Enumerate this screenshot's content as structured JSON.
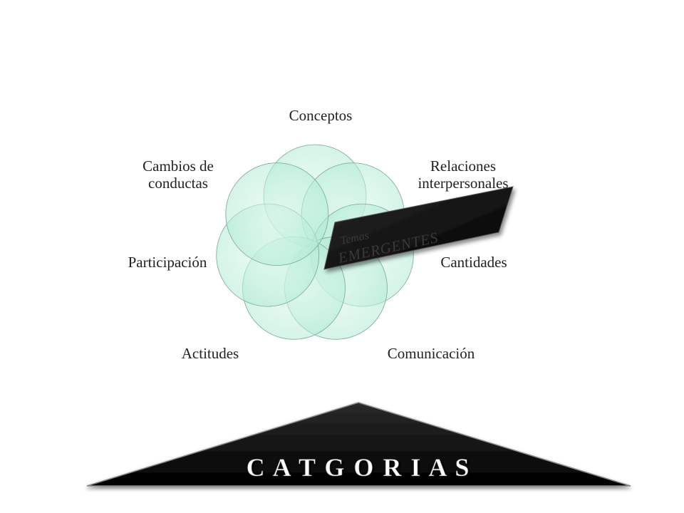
{
  "diagram": {
    "labels": {
      "top": "Conceptos",
      "top_right_line1": "Relaciones",
      "top_right_line2": "interpersonales",
      "right": "Cantidades",
      "bottom_right": "Comunicación",
      "bottom_left": "Actitudes",
      "left": "Participación",
      "top_left_line1": "Cambios de",
      "top_left_line2": "conductas"
    },
    "banner": {
      "line1": "Temas",
      "line2": "EMERGENTES"
    },
    "roof": {
      "title": "C A T G O R I A S"
    },
    "colors": {
      "petal_fill": "#c8f2e2",
      "petal_stroke": "#7aa895",
      "banner_fill": "#111111",
      "banner_text": "#2a2a2a",
      "roof_fill": "#0d0d0d",
      "roof_text": "#ffffff"
    }
  }
}
